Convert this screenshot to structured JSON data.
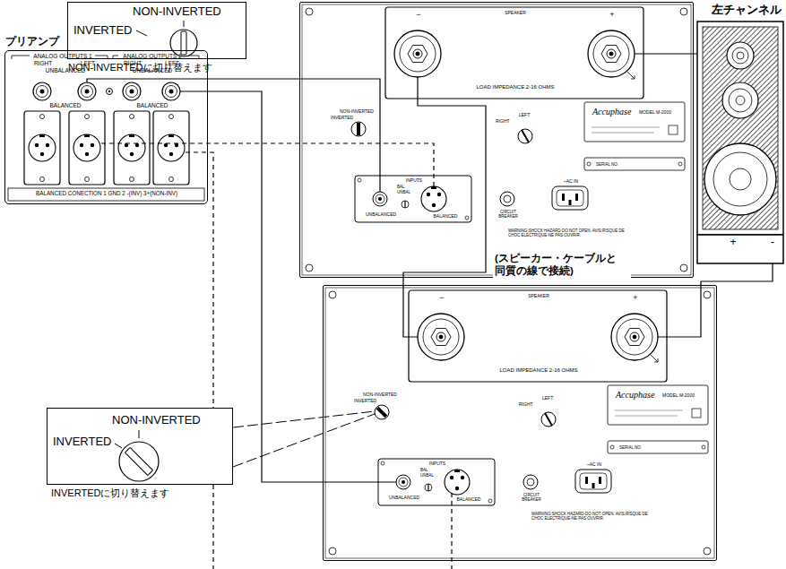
{
  "diagram": {
    "nodes": [
      {
        "text": [
          "NON-INVERTED",
          "INVERTED",
          "NON-INVERTEDに切り替えます"
        ]
      },
      {
        "text": [
          "SPEAKER",
          "−",
          "+",
          "LOAD IMPEDANCE 2-16 OHMS",
          "NON-INVERTED",
          "INVERTED",
          "RIGHT",
          "LEFT",
          "Accuphase",
          "MODEL M-2000",
          "SERIAL NO.",
          "INPUTS",
          "BAL",
          "UNBAL",
          "UNBALANCED",
          "BALANCED",
          "CIRCUIT BREAKER",
          "~AC IN",
          "WARNING:SHOCK HAZARD-DO NOT OPEN. AVIS:RISQUE DE CHOC ELECTRIQUE-NE PAS OUVRIR."
        ]
      },
      {
        "text": [
          "左チャンネル",
          "+",
          "-"
        ]
      },
      {
        "text": [
          "プリアンプ",
          "ANALOG OUTPUTS 1",
          "ANALOG OUTPUTS 2",
          "RIGHT",
          "LEFT",
          "RIGHT",
          "LEFT",
          "UNBALANCED",
          "UNBALANCED",
          "BALANCED",
          "BALANCED",
          "BALANCED CONECTION 1 GND 2 -(INV) 3+(NON-INV)"
        ]
      },
      {
        "text": [
          "SPEAKER",
          "−",
          "+",
          "LOAD IMPEDANCE 2-16 OHMS",
          "NON-INVERTED",
          "INVERTED",
          "RIGHT",
          "LEFT",
          "Accuphase",
          "MODEL M-2000",
          "SERIAL NO.",
          "INPUTS",
          "BAL",
          "UNBAL",
          "UNBALANCED",
          "BALANCED",
          "CIRCUIT BREAKER",
          "~AC IN",
          "WARNING:SHOCK HAZARD-DO NOT OPEN. AVIS:RISQUE DE CHOC ELECTRIQUE-NE PAS OUVRIR."
        ]
      },
      {
        "text": [
          "NON-INVERTED",
          "INVERTED",
          "INVERTEDに切り替えます"
        ]
      }
    ],
    "edges": [
      {
        "from": 3,
        "to": 1,
        "arrow": "none"
      },
      {
        "from": 3,
        "to": 1,
        "arrow": "none"
      },
      {
        "from": 3,
        "to": 4,
        "arrow": "none"
      },
      {
        "from": 5,
        "to": 4,
        "arrow": "none"
      },
      {
        "from": 1,
        "to": 2,
        "arrow": "none"
      },
      {
        "from": 4,
        "to": 2,
        "arrow": "none"
      },
      {
        "from": 1,
        "to": 4,
        "arrow": "none",
        "label": "(スピーカー・ケーブルと 同質の線で接続)"
      }
    ]
  }
}
